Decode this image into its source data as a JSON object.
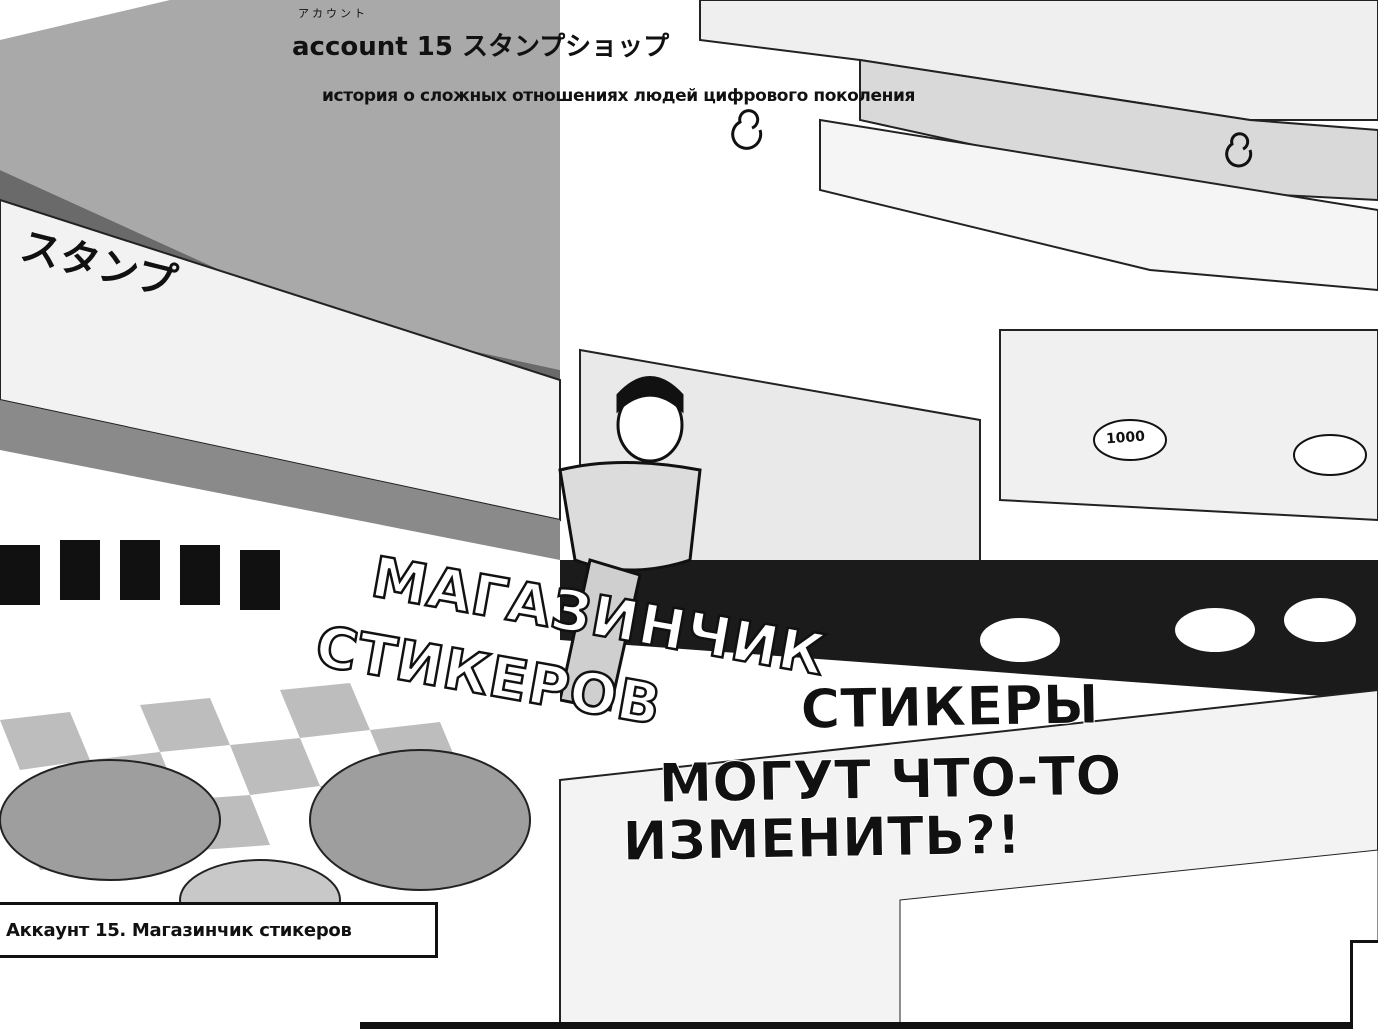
{
  "header": {
    "furigana": "アカウント",
    "chapter_label": "account 15 スタンプショップ",
    "tagline": "история о сложных отношениях людей цифрового поколения"
  },
  "title": {
    "line1": "МАГАЗИНЧИК",
    "line2": "СТИКЕРОВ"
  },
  "slogan": {
    "line1": "СТИКЕРЫ",
    "line2": "МОГУТ ЧТО-ТО",
    "line3": "ИЗМЕНИТЬ?!"
  },
  "chapter_box": {
    "label": "Аккаунт 15. Магазинчик стикеров"
  },
  "signs": {
    "price_badge": "1000",
    "sign_text": "スタンプ"
  }
}
